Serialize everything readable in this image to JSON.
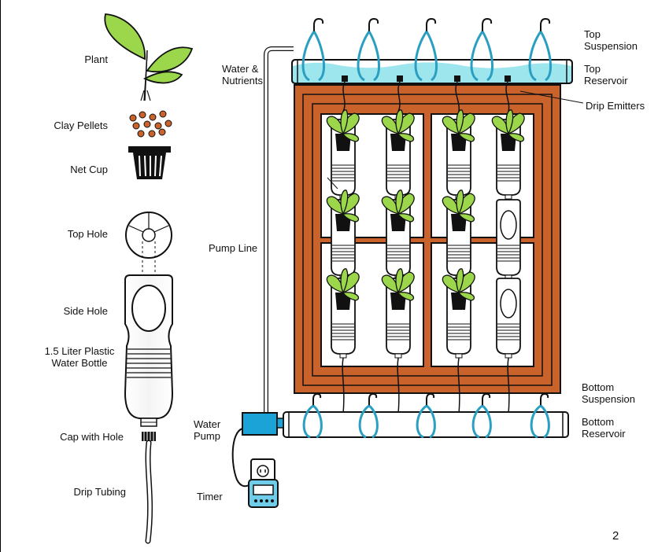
{
  "parts": {
    "plant": "Plant",
    "clay_pellets": "Clay Pellets",
    "net_cup": "Net Cup",
    "top_hole": "Top Hole",
    "side_hole": "Side Hole",
    "bottle_line1": "1.5 Liter Plastic",
    "bottle_line2": "Water Bottle",
    "cap_with_hole": "Cap with Hole",
    "drip_tubing": "Drip Tubing"
  },
  "system": {
    "water_nutrients_line1": "Water &",
    "water_nutrients_line2": "Nutrients",
    "pump_line": "Pump Line",
    "water_pump_line1": "Water",
    "water_pump_line2": "Pump",
    "timer": "Timer",
    "top_suspension_line1": "Top",
    "top_suspension_line2": "Suspension",
    "top_reservoir_line1": "Top",
    "top_reservoir_line2": "Reservoir",
    "drip_emitters": "Drip Emitters",
    "bottom_suspension_line1": "Bottom",
    "bottom_suspension_line2": "Suspension",
    "bottom_reservoir_line1": "Bottom",
    "bottom_reservoir_line2": "Reservoir"
  },
  "page_number": "2",
  "colors": {
    "frame": "#c9632b",
    "water": "#9ee6ee",
    "hose": "#2a9fc2",
    "pump": "#1ba3d8",
    "leaf": "#9cd64a",
    "pellet": "#c9632b",
    "pot": "#111111"
  }
}
